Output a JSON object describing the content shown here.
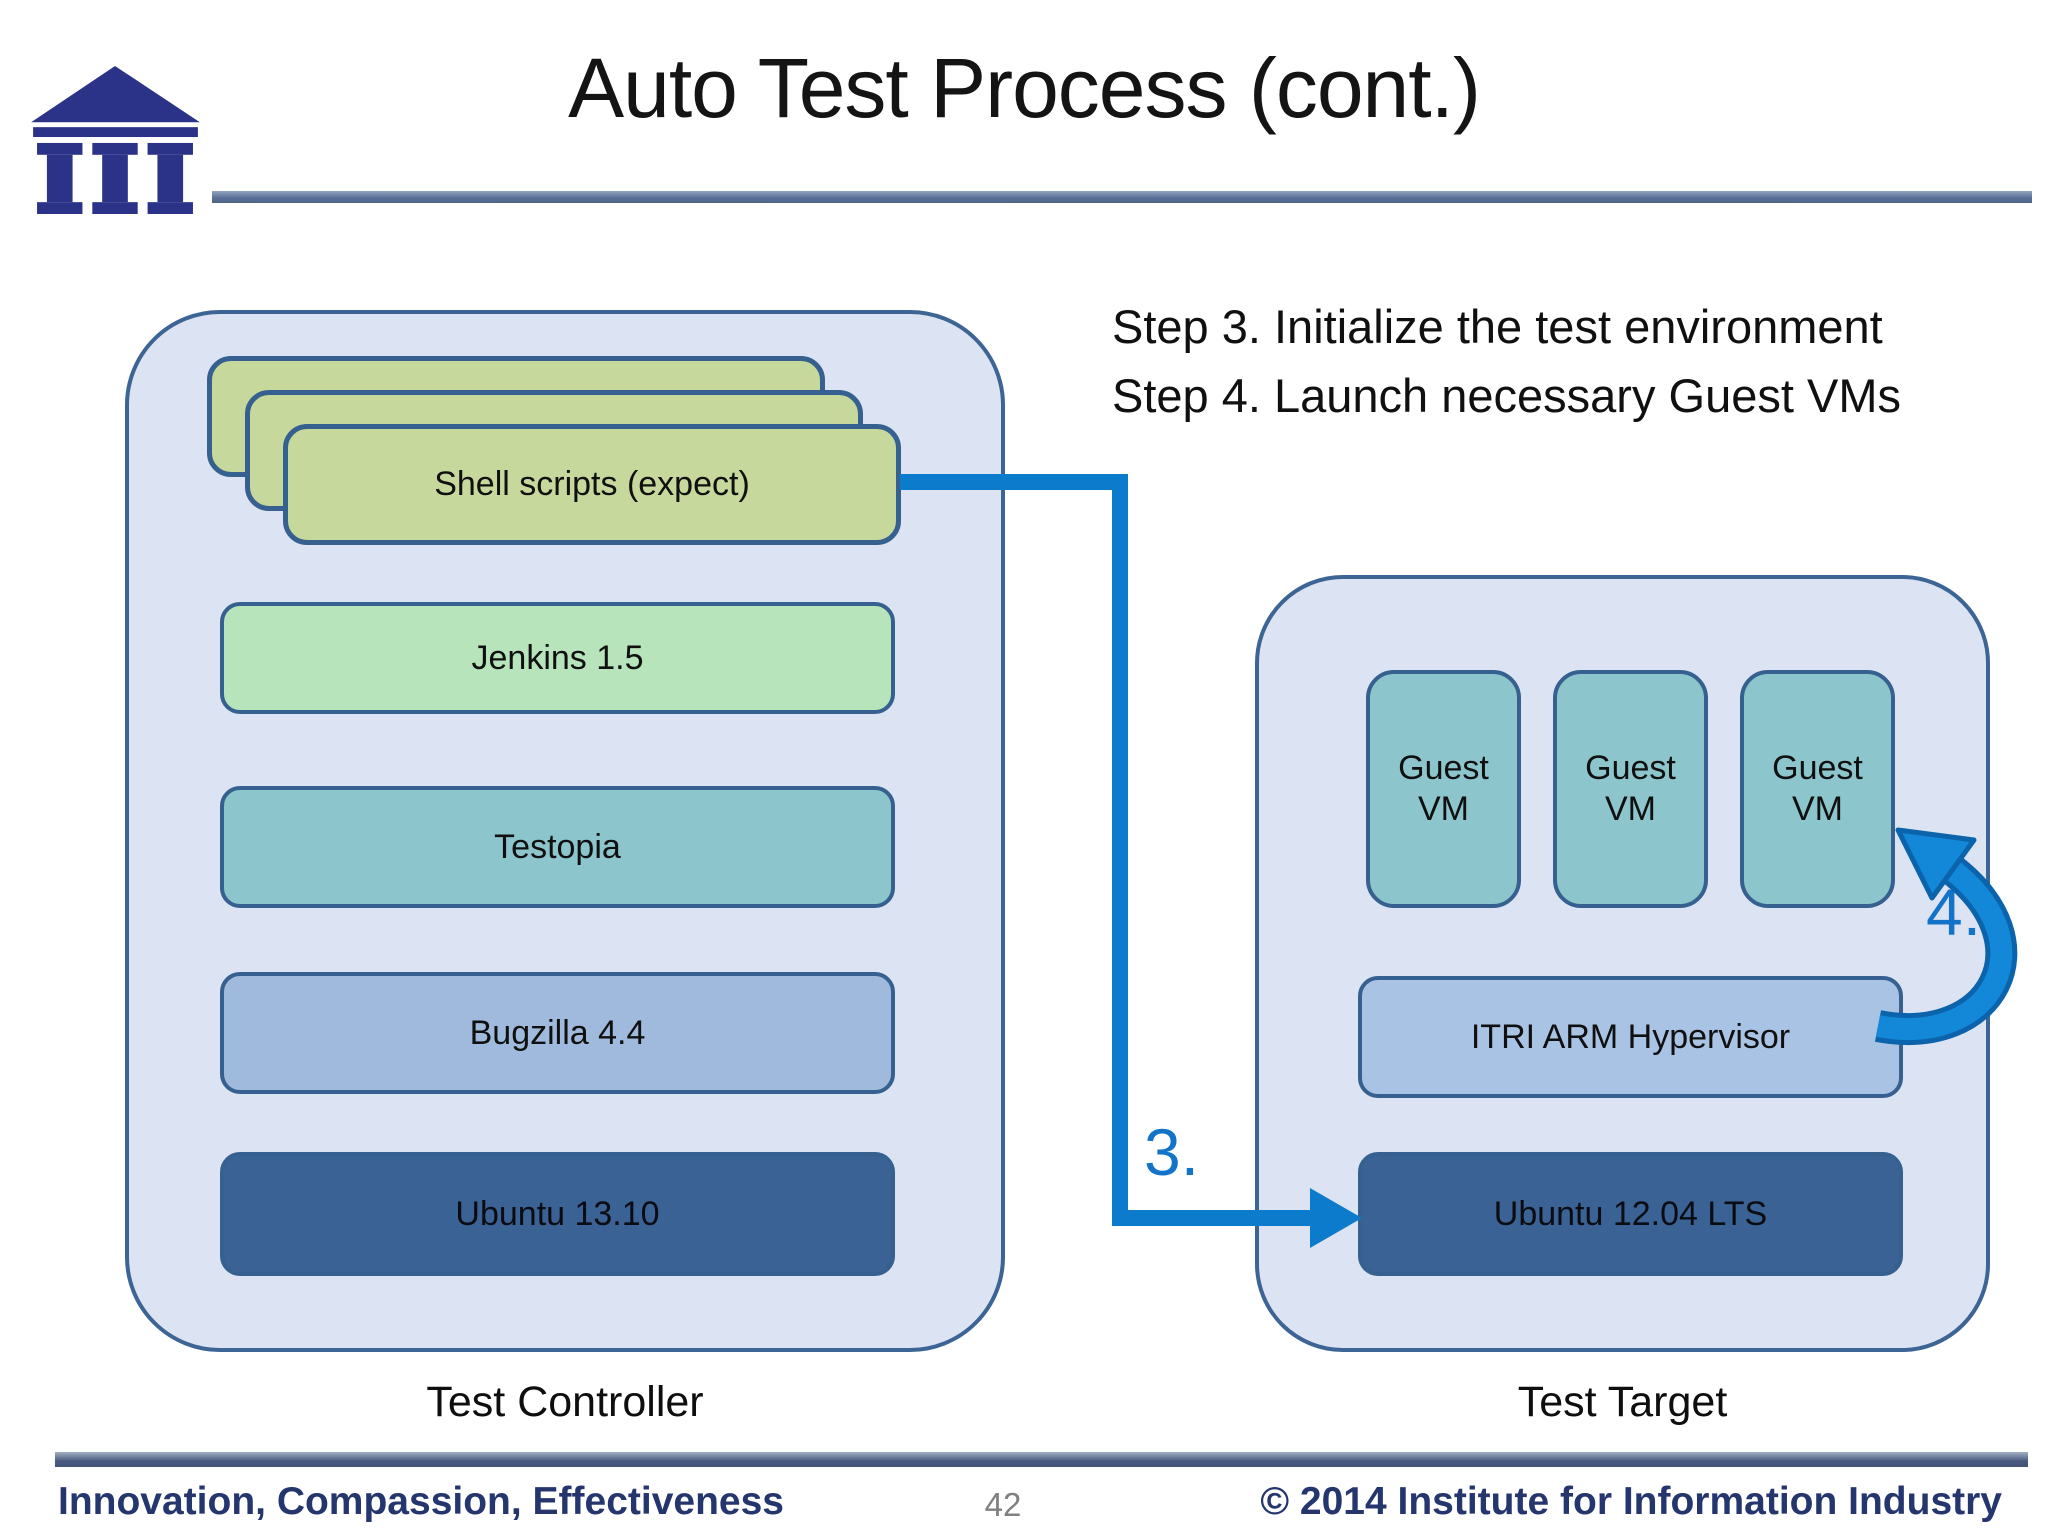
{
  "slide": {
    "title": "Auto Test Process (cont.)",
    "page_number": "42",
    "footer_left": "Innovation, Compassion, Effectiveness",
    "footer_right": "© 2014 Institute for Information Industry"
  },
  "steps": {
    "line1": "Step 3. Initialize the test environment",
    "line2": "Step 4. Launch necessary Guest VMs"
  },
  "test_controller": {
    "label": "Test Controller",
    "shell_card": "Shell scripts (expect)",
    "boxes": [
      "Jenkins 1.5",
      "Testopia",
      "Bugzilla 4.4",
      "Ubuntu 13.10"
    ]
  },
  "test_target": {
    "label": "Test Target",
    "guest_vms": [
      "Guest VM",
      "Guest VM",
      "Guest VM"
    ],
    "hypervisor": "ITRI ARM Hypervisor",
    "os": "Ubuntu 12.04 LTS"
  },
  "annotations": {
    "step3_label": "3.",
    "step4_label": "4."
  },
  "icons": {
    "logo": "temple-columns-icon"
  },
  "colors": {
    "container_fill": "#dce4f3",
    "container_border": "#3c6494",
    "shell_card_fill": "#c6d89b",
    "jenkins_fill": "#b7e4bb",
    "teal_fill": "#8dc5cd",
    "bugzilla_fill": "#a0badd",
    "hypervisor_fill": "#a9c3e4",
    "ubuntu_fill": "#3b6295",
    "arrow_blue": "#0d7bcb",
    "footer_navy": "#25366f",
    "logo_navy": "#2b3388"
  }
}
